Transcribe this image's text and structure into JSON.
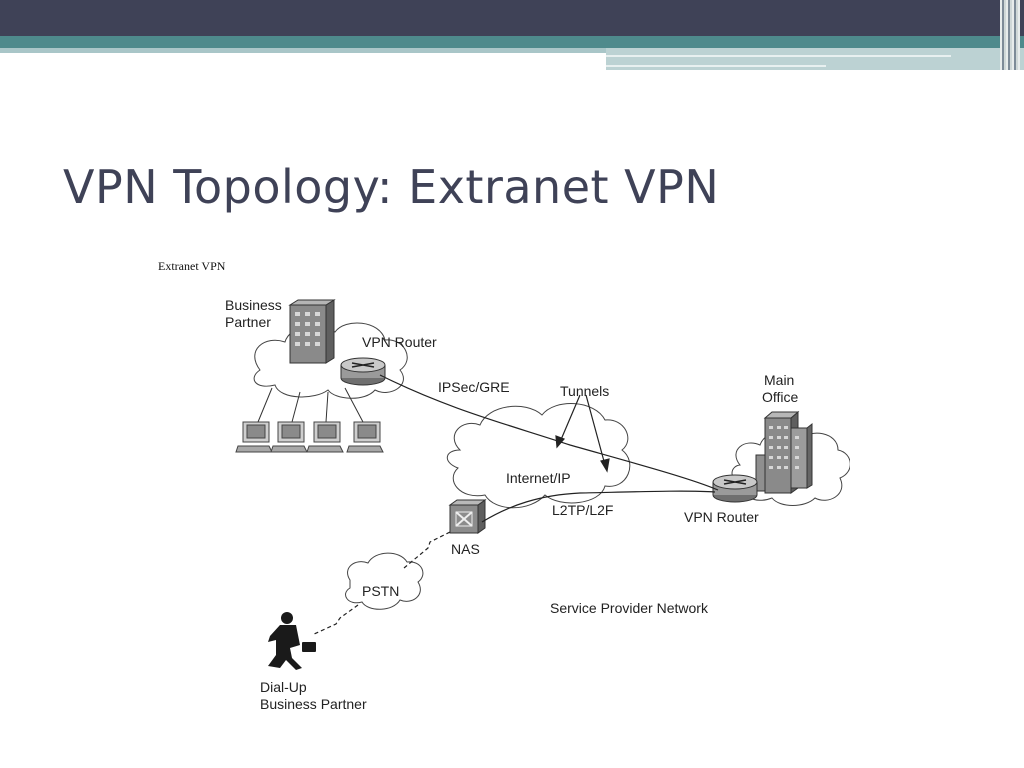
{
  "slide": {
    "title": "VPN Topology: Extranet VPN"
  },
  "diagram": {
    "caption": "Extranet VPN",
    "labels": {
      "business_partner_line1": "Business",
      "business_partner_line2": "Partner",
      "vpn_router_left": "VPN Router",
      "ipsec_gre": "IPSec/GRE",
      "tunnels": "Tunnels",
      "main_office_line1": "Main",
      "main_office_line2": "Office",
      "internet_ip": "Internet/IP",
      "l2tp_l2f": "L2TP/L2F",
      "vpn_router_right": "VPN Router",
      "nas": "NAS",
      "pstn": "PSTN",
      "service_provider": "Service Provider Network",
      "dialup_line1": "Dial-Up",
      "dialup_line2": "Business Partner"
    }
  },
  "colors": {
    "header_dark": "#3f4257",
    "header_teal": "#4e8a8c",
    "title_text": "#3f4257"
  }
}
